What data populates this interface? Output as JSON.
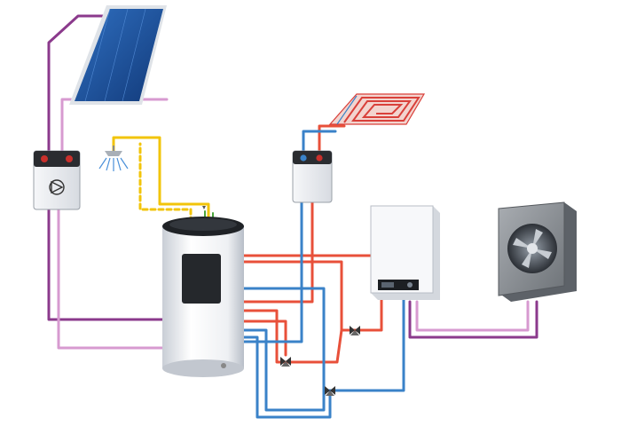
{
  "diagram": {
    "components": [
      {
        "name": "solar-collector-panel",
        "icon": "solar-panel"
      },
      {
        "name": "solar-pump-station",
        "icon": "pump-station"
      },
      {
        "name": "shower-head",
        "icon": "shower-head"
      },
      {
        "name": "hot-water-storage-tank",
        "icon": "storage-cylinder"
      },
      {
        "name": "heating-circuit-pump-station",
        "icon": "pump-station"
      },
      {
        "name": "underfloor-heating-coil",
        "icon": "floor-heating"
      },
      {
        "name": "indoor-unit-controller",
        "icon": "wall-unit"
      },
      {
        "name": "outdoor-heat-pump",
        "icon": "fan-unit"
      },
      {
        "name": "three-way-valves",
        "icon": "valve"
      }
    ],
    "pipe_colors": {
      "hot": "#e8503a",
      "cold": "#3a82c8",
      "solar_flow": "#8b3a8c",
      "solar_return": "#d79ad0",
      "domestic_hot": "#f2c40a",
      "domestic_cold": "#f2c40a"
    }
  }
}
